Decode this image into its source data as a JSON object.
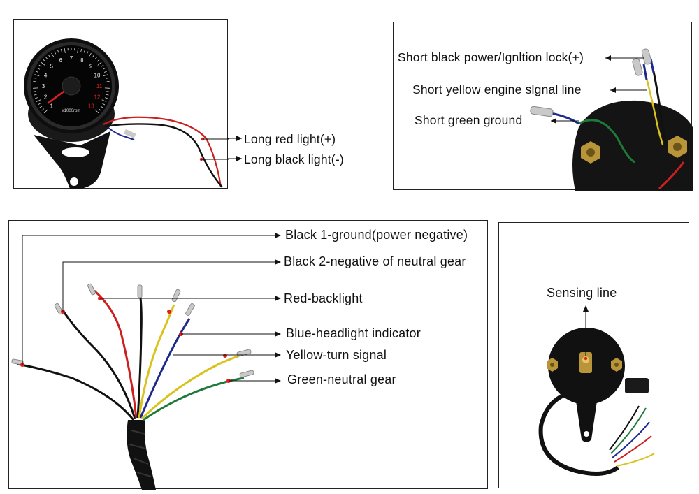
{
  "panels": {
    "tachometer": {
      "dial_unit": "x1000rpm",
      "dial_numbers": [
        "1",
        "2",
        "3",
        "4",
        "5",
        "6",
        "7",
        "8",
        "9",
        "10",
        "11",
        "12",
        "13"
      ],
      "labels": {
        "long_red": "Long red light(+)",
        "long_black": "Long black light(-)"
      }
    },
    "rear_short": {
      "labels": {
        "black_power": "Short black power/Ignltion lock(+)",
        "yellow_signal": "Short yellow engine slgnal line",
        "green_ground": "Short green ground"
      }
    },
    "harness": {
      "labels": {
        "black1": "Black 1-ground(power negative)",
        "black2": "Black 2-negative of neutral gear",
        "red": "Red-backlight",
        "blue": "Blue-headlight indicator",
        "yellow": "Yellow-turn signal",
        "green": "Green-neutral gear"
      }
    },
    "sensor": {
      "labels": {
        "sensing": "Sensing line"
      }
    }
  },
  "colors": {
    "wire_black": "#111111",
    "wire_red": "#cc1f1f",
    "wire_yellow": "#d9c21c",
    "wire_blue": "#1b2a8c",
    "wire_green": "#1f7a3a",
    "dot_red": "#e21b1b",
    "gauge_body": "#0e0e0e",
    "connector_silver": "#c9c9c9"
  }
}
